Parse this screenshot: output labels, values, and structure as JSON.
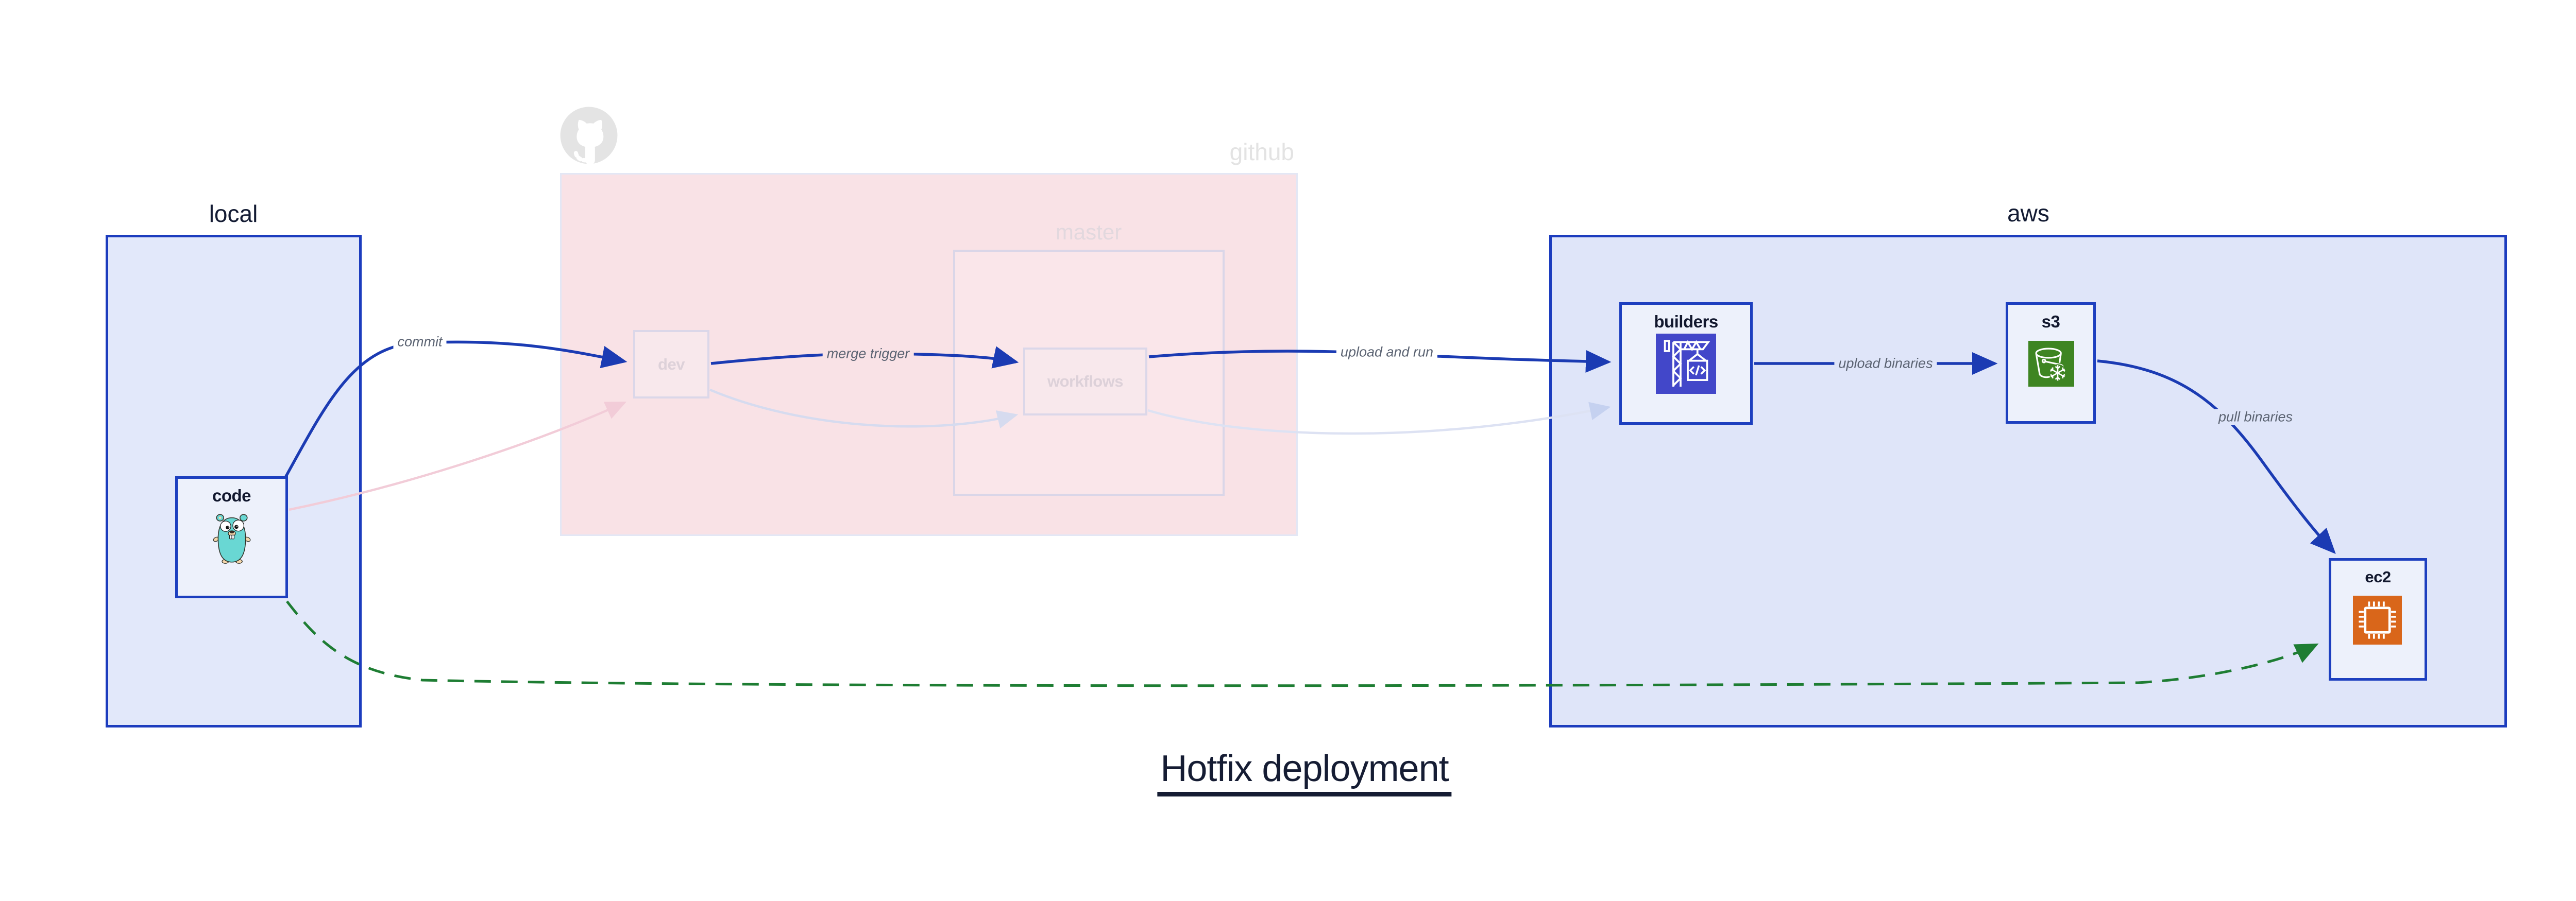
{
  "title": {
    "text": "Hotfix deployment"
  },
  "groups": {
    "local": {
      "label": "local"
    },
    "github": {
      "label": "github",
      "master": {
        "label": "master"
      }
    },
    "aws": {
      "label": "aws"
    }
  },
  "nodes": {
    "code": {
      "label": "code",
      "icon": "go-gopher-icon"
    },
    "dev": {
      "label": "dev"
    },
    "workflows": {
      "label": "workflows"
    },
    "builders": {
      "label": "builders",
      "icon": "codebuild-crane-icon"
    },
    "s3": {
      "label": "s3",
      "icon": "s3-bucket-snowflake-icon"
    },
    "ec2": {
      "label": "ec2",
      "icon": "ec2-chip-icon"
    }
  },
  "edges": {
    "commit": {
      "label": "commit",
      "style": "solid-blue",
      "from": "code",
      "to": "dev"
    },
    "merge_trigger": {
      "label": "merge trigger",
      "style": "solid-blue",
      "from": "dev",
      "to": "workflows"
    },
    "upload_and_run": {
      "label": "upload and run",
      "style": "solid-blue",
      "from": "workflows",
      "to": "builders"
    },
    "upload_binaries": {
      "label": "upload binaries",
      "style": "solid-blue",
      "from": "builders",
      "to": "s3"
    },
    "pull_binaries": {
      "label": "pull binaries",
      "style": "solid-blue",
      "from": "s3",
      "to": "ec2"
    },
    "hotfix_path": {
      "label": "",
      "style": "dashed-green",
      "from": "code",
      "to": "ec2"
    },
    "faded_code_dev": {
      "style": "faded-pink",
      "from": "code",
      "to": "dev"
    },
    "faded_dev_workflows": {
      "style": "faded-lavender",
      "from": "dev",
      "to": "workflows"
    },
    "faded_workflows_build": {
      "style": "faded-lavender",
      "from": "workflows",
      "to": "builders"
    }
  },
  "colors": {
    "accent_blue": "#1d3fbf",
    "edge_blue": "#1b3bb3",
    "group_fill_blue": "#e1e7fa",
    "node_fill": "#edf1fb",
    "github_pink": "#f9e2e6",
    "faded_border": "#dbd7e9",
    "faded_text": "#ddd1d9",
    "github_gray": "#e3e3e3",
    "edge_label_gray": "#5b6372",
    "hotfix_green": "#1e7d33",
    "codebuild_indigo": "#4247c9",
    "s3_green": "#3e8522",
    "ec2_orange": "#d9661a",
    "title_navy": "#151c33",
    "gopher_teal": "#69d7d3"
  }
}
